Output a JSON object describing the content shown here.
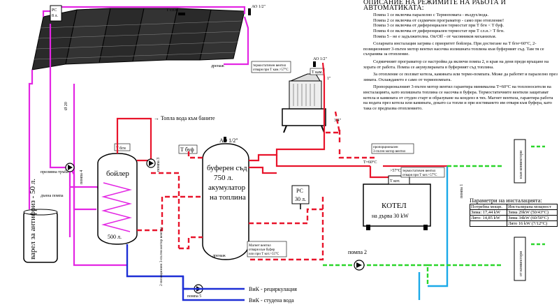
{
  "description": {
    "title": "ОПИСАНИЕ НА РЕЖИМИТЕ НА РАБОТА И АВТОМАТИКАТА:",
    "pumps": [
      "Помпа 1 се включва паралелно с Термопомата - въздух/вода.",
      "Помпа 2 се включва от седмичен програматор - само при отопление!",
      "Помпа 3 се включва от диференциален термостат при Т бгн < Т буф.",
      "Помпа 4 се включва от диференциален термостат при Т сл.н.> Т бгн.",
      "Помпа 5 - не е задължителна. On/Off - от часовников механизъм."
    ],
    "paragraphs": [
      "Соларната инсталация загрява с приоритет бойлера. При достигане на Т бгн=60°С, 2-позиционният 3-пътен мотор вентил насочва излишната топлина към буферният съд. Там тя се съхранява за отопление.",
      "Седмичният програматор се настройва да включи помпа 2, в края на деня преди връщане на хората от работа. Помпа се акумулираната в буферният съд топлина.",
      "За отопление се ползват котела, камината или термо-помпата. Може да работят и паралелно през зимата. Охлаждането е само от термопомпата.",
      "Пропорционалният 3-пътен мотор вентил гарантира минимална Т=60°С на топлоносителя на инсталацията, като излишната топлина се насочва в буфера. Термостатичните вентили защитават котела и камината от студен старт и образуване на конденз в тях. Магнет вентила, гарантира работа на водата през котела или камината, докато са топли и при изстиването им отваря към буфера, като така се предпазва отоплението."
    ]
  },
  "parameters": {
    "title": "Параметри на инсталацията:",
    "headers": [
      "Потребна мощн.",
      "Инсталирана мощност"
    ],
    "rows": [
      [
        "Зима: 17,44 kW",
        "Зима 29kW (50/43°C)"
      ],
      [
        "Лято: 14,85 kW",
        "Зима 34kW (60/50°C)"
      ],
      [
        "",
        "Лято 16 kW (7/12°C)"
      ]
    ]
  },
  "labels": {
    "rs_top": "РС",
    "rs_top_vol": "8 л.",
    "t_sln": "Т сл.н.",
    "ao_top": "АО 1/2\"",
    "drain": "дренаж",
    "ao_mid": "АО 1/2\"",
    "thermo_fireplace": "термостатичен вентил",
    "thermo_fireplace2": "отваря при Т кам.>57°С",
    "t_kam": "Т кам.",
    "size_1": "1\"",
    "size_3_4": "3/4\"",
    "pipe_d20": "Ø 20",
    "pump4": "помпа 4",
    "hot_water": "→ Топла вода към баните",
    "t_bgn": "Т бгн",
    "pump3_side": "помпа 3",
    "boiler": "бойлер",
    "boiler_vol": "500 л.",
    "t_buf": "Т буф",
    "ao_buf": "АО 1/2\"",
    "buffer_l1": "буферен съд",
    "buffer_l2": "750 л.",
    "buffer_l3": "акумулатор",
    "buffer_l4": "на топлина",
    "drain2": "дренаж",
    "magnet1": "Магнет вентил",
    "magnet2": "отваря към буфер",
    "magnet3": "или при Т кот.>55°С",
    "rs_mid": "РС",
    "rs_mid_vol": "30 л.",
    "motor1": "пропорционален",
    "motor2": "3-пътен мотор вентил",
    "t60": "Т=60°С",
    "t57": ">57°С",
    "thermo_boiler": "термостатичен вентил",
    "thermo_boiler2": "отваря при Т кот.>57°С",
    "t_kot": "Т кот.",
    "kotel_1": "КОТЕЛ",
    "kotel_2": "на дърва 30 kW",
    "pump1": "помпа 1",
    "pump2": "помпа 2",
    "pump5": "помпа 5",
    "to_convectors": "към конвектори",
    "from_convectors": "от конвектори",
    "vik_recirc": "ВиК - рециркулация",
    "vik_cold": "ВиК - студена вода",
    "overflow": "преливна тръба",
    "overflow2": "дънна помпа",
    "barrel": "варел за антифриз - 50 л.",
    "motor_2pos": "2-позиционен 3-пътен мотор вентил"
  },
  "colors": {
    "hot": "#e8142b",
    "solar": "#e326e3",
    "cold": "#1d2fd6",
    "heat_cold": "#1aa9e8",
    "green": "#2bd62b",
    "black": "#000000"
  }
}
